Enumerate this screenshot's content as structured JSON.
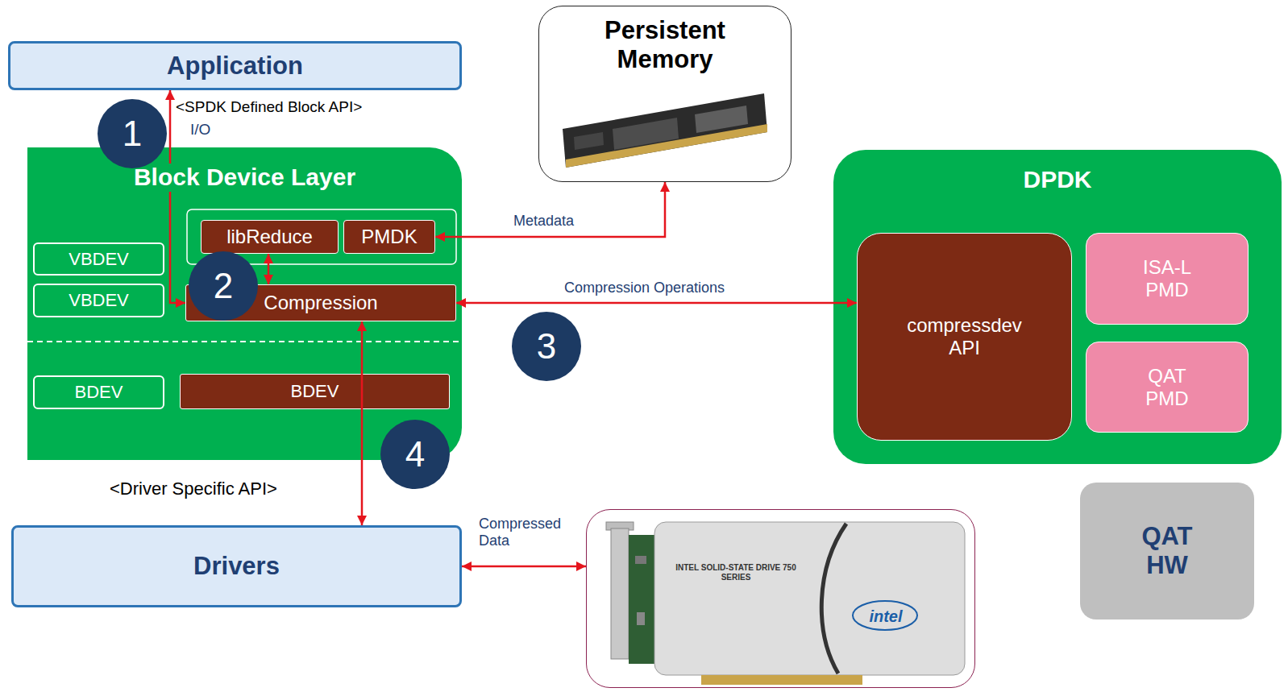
{
  "diagram": {
    "nodes": [
      {
        "text": [
          "Application"
        ]
      },
      {
        "text": [
          "Persistent Memory"
        ]
      },
      {
        "text": [
          "Block Device Layer"
        ]
      },
      {
        "text": [
          "libReduce"
        ],
        "in": 2
      },
      {
        "text": [
          "PMDK"
        ],
        "in": 2
      },
      {
        "text": [
          "VBDEV"
        ],
        "in": 2
      },
      {
        "text": [
          "VBDEV"
        ],
        "in": 2
      },
      {
        "text": [
          "Compression"
        ],
        "in": 2
      },
      {
        "text": [
          "BDEV"
        ],
        "in": 2
      },
      {
        "text": [
          "BDEV"
        ],
        "in": 2
      },
      {
        "text": [
          "DPDK"
        ]
      },
      {
        "text": [
          "compressdev API"
        ],
        "in": 10
      },
      {
        "text": [
          "ISA-L PMD"
        ],
        "in": 10
      },
      {
        "text": [
          "QAT PMD"
        ],
        "in": 10
      },
      {
        "text": [
          "Drivers"
        ]
      },
      {
        "text": [
          "INTEL SOLID-STATE DRIVE 750 SERIES",
          "intel"
        ]
      },
      {
        "text": [
          "QAT HW"
        ]
      }
    ],
    "edges": [
      {
        "from": 0,
        "to": 7,
        "arrow": "both",
        "label": "I/O"
      },
      {
        "from": 3,
        "to": 7,
        "arrow": "both"
      },
      {
        "from": 4,
        "to": 1,
        "arrow": "both",
        "label": "Metadata"
      },
      {
        "from": 7,
        "to": 11,
        "arrow": "both",
        "label": "Compression Operations"
      },
      {
        "from": 7,
        "to": 14,
        "arrow": "both"
      },
      {
        "from": 14,
        "to": 15,
        "arrow": "both",
        "label": "Compressed Data"
      }
    ],
    "labels": [
      "<SPDK Defined Block API>",
      "1",
      "2",
      "3",
      "4",
      "<Driver Specific API>"
    ]
  }
}
